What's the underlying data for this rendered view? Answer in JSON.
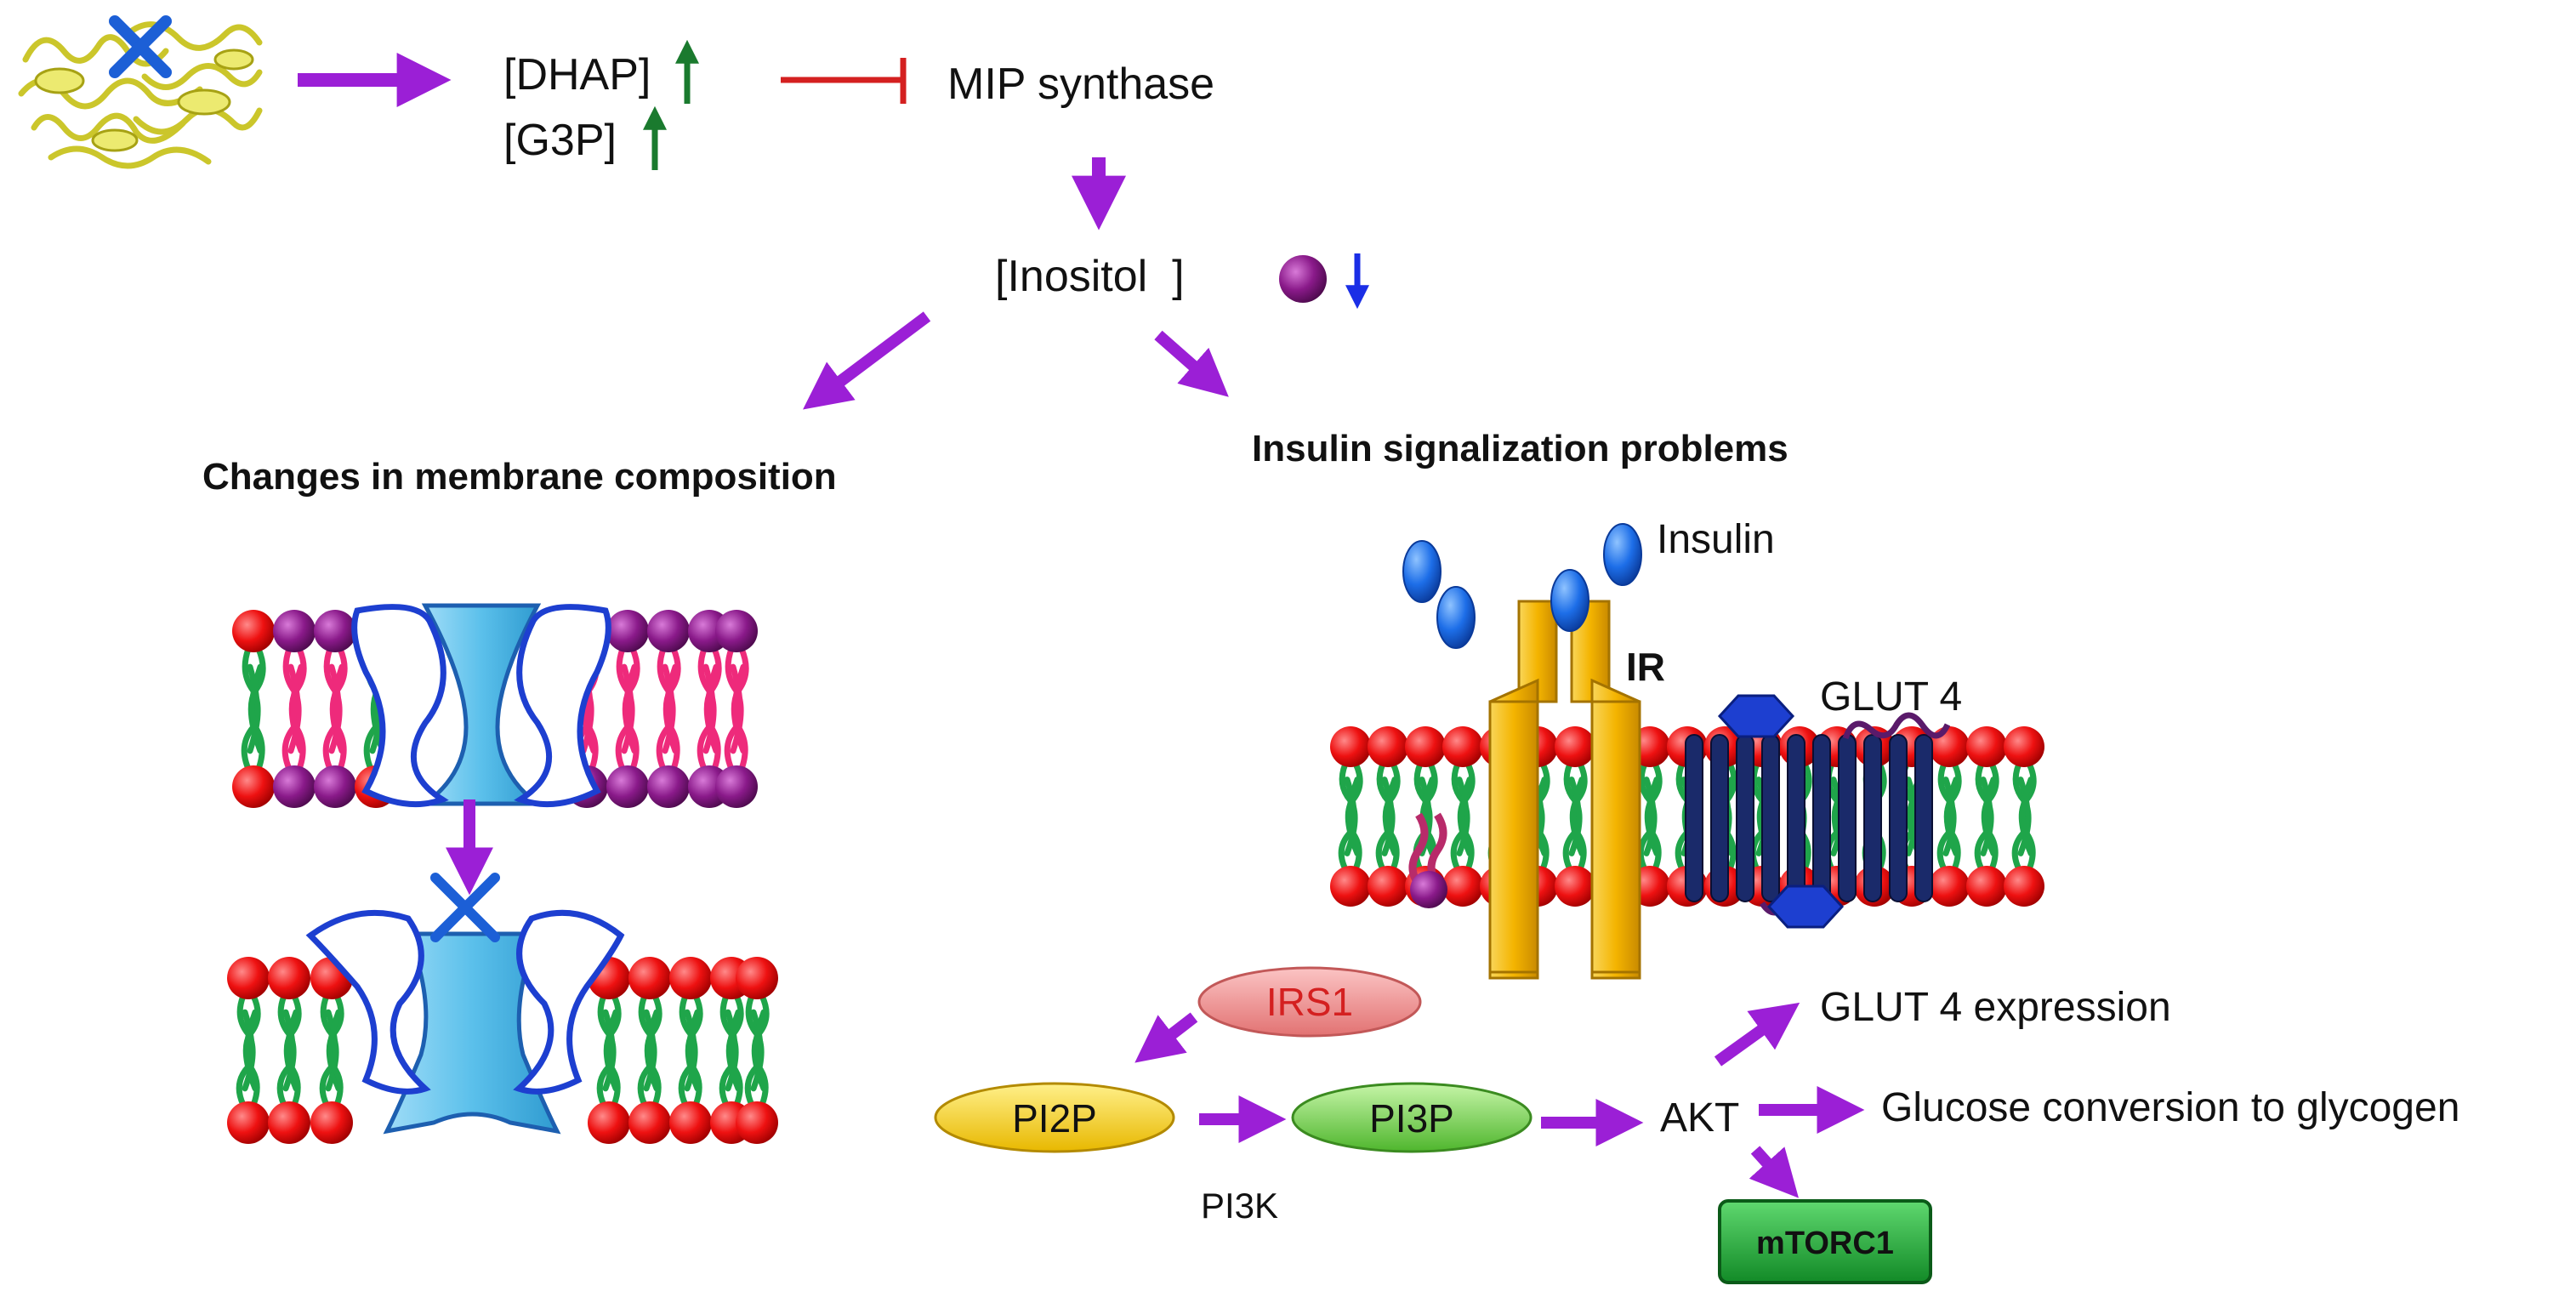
{
  "labels": {
    "dhap": "[DHAP]",
    "g3p": "[G3P]",
    "mip": "MIP synthase",
    "inositol": "[Inositol  ]",
    "membrane_heading": "Changes in membrane composition",
    "insulin_heading": "Insulin signalization problems",
    "insulin": "Insulin",
    "ir": "IR",
    "glut4": "GLUT 4",
    "irs1": "IRS1",
    "pi2p": "PI2P",
    "pi3p": "PI3P",
    "pi3k": "PI3K",
    "akt": "AKT",
    "glut4_expression": "GLUT 4 expression",
    "glucose_conversion": "Glucose conversion to glycogen",
    "mtorc1": "mTORC1"
  },
  "colors": {
    "arrow": "#9b1fd6",
    "inhibit": "#d42020",
    "up_arrow": "#1a7a2e",
    "down_arrow": "#1a2ee6",
    "head_red": "#ee1111",
    "head_purple": "#8a1a8a",
    "tail_green": "#1fa54a",
    "tail_pink": "#ee2a7b",
    "channel": "#5bc0eb",
    "insulin": "#1d6ee8",
    "receptor": "#f4b400",
    "glut": "#1a2a6a",
    "irs1": "#f28b8b",
    "pi2p": "#f7d21a",
    "pi3p": "#7ed957",
    "mtorc1": "#22a33a"
  }
}
